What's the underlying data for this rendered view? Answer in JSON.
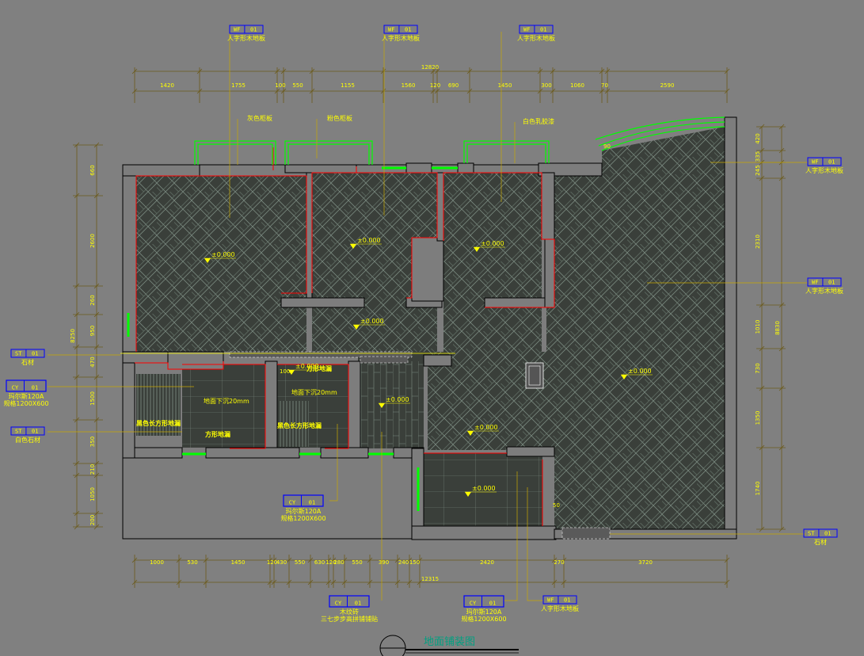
{
  "drawing": {
    "title": "地面铺装图",
    "overall_top": "12820",
    "overall_bottom": "12315",
    "overall_right": "8830",
    "overall_left": "8250"
  },
  "dims_top": [
    "1420",
    "1755",
    "100",
    "550",
    "1155",
    "1560",
    "120",
    "690",
    "1450",
    "300",
    "1060",
    "70",
    "2590"
  ],
  "dims_bottom": [
    "1000",
    "530",
    "1450",
    "120",
    "430",
    "550",
    "630",
    "120",
    "280",
    "550",
    "390",
    "240",
    "150",
    "2420",
    "270",
    "3720"
  ],
  "dims_left": [
    "660",
    "2600",
    "260",
    "950",
    "470",
    "1500",
    "350",
    "210",
    "1050",
    "200"
  ],
  "dims_right": [
    "420",
    "335",
    "245",
    "2310",
    "1010",
    "730",
    "1350",
    "1740"
  ],
  "tags": [
    {
      "code": "WF",
      "num": "01",
      "desc": "人字形木地板"
    },
    {
      "code": "WF",
      "num": "01",
      "desc": "人字形木地板"
    },
    {
      "code": "WF",
      "num": "01",
      "desc": "人字形木地板"
    },
    {
      "code": "WF",
      "num": "01",
      "desc": "人字形木地板"
    },
    {
      "code": "WF",
      "num": "01",
      "desc": "人字形木地板"
    },
    {
      "code": "ST",
      "num": "01",
      "desc": "石材"
    },
    {
      "code": "CY",
      "num": "01",
      "desc": "玛尔斯120A",
      "desc2": "规格1200X600"
    },
    {
      "code": "ST",
      "num": "01",
      "desc": "白色石材"
    },
    {
      "code": "CY",
      "num": "01",
      "desc": "玛尔斯120A",
      "desc2": "规格1200X600"
    },
    {
      "code": "CY",
      "num": "01",
      "desc": "木纹砖",
      "desc2": "三七步步高拼铺铺贴"
    },
    {
      "code": "CY",
      "num": "01",
      "desc": "玛尔斯120A",
      "desc2": "规格1200X600"
    },
    {
      "code": "WF",
      "num": "01",
      "desc": "人字形木地板"
    },
    {
      "code": "ST",
      "num": "01",
      "desc": "石材"
    }
  ],
  "notes": {
    "n1": "灰色柜板",
    "n2": "粉色柜板",
    "n3": "白色乳胶漆",
    "n4": "地面下沉20mm",
    "n5": "地面下沉20mm",
    "n6": "方形地漏",
    "n7": "方形地漏",
    "n8": "黑色长方形地漏",
    "n9": "黑色长方形地漏",
    "n10": "100",
    "n11": "50",
    "n12": "90"
  },
  "levels": [
    "±0.000",
    "±0.000",
    "±0.000",
    "±0.000",
    "±0.000",
    "±0.000",
    "±0.000",
    "±0.000",
    "±0.000"
  ],
  "colors": {
    "background": "#808080",
    "wall": "#000000",
    "dim": "#6b5a1a",
    "text": "#ffff00",
    "cut_line": "#ff0000",
    "window": "#00ff00",
    "tag_box": "#0000ff",
    "floor_fill": "#3a3f3a"
  }
}
